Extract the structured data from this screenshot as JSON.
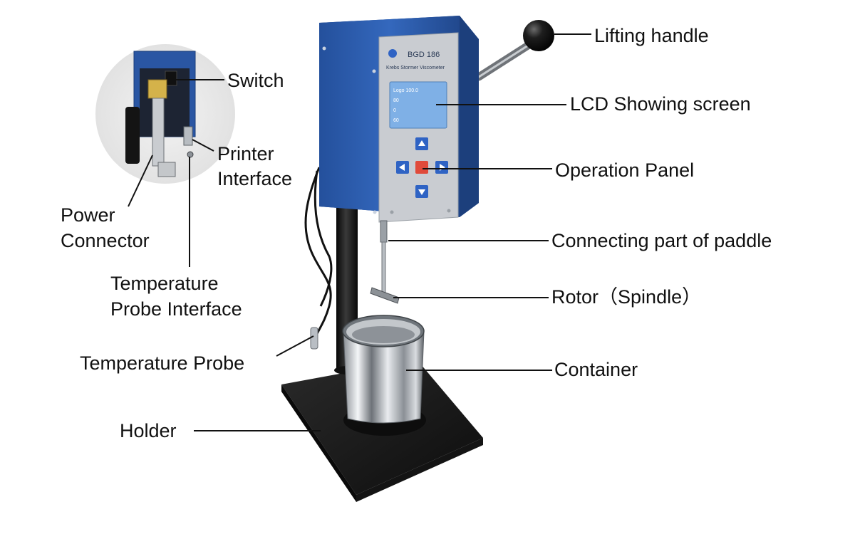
{
  "device": {
    "model": "BGD 186",
    "subtitle": "Krebs Stormer Viscometer",
    "lcd_lines": [
      "Logo 100.0",
      "80",
      "0",
      "60"
    ]
  },
  "labels": {
    "lifting_handle": "Lifting handle",
    "switch": "Switch",
    "lcd_screen": "LCD Showing screen",
    "printer_interface_1": "Printer",
    "printer_interface_2": "Interface",
    "operation_panel": "Operation Panel",
    "power_connector_1": "Power",
    "power_connector_2": "Connector",
    "connecting_part": "Connecting part of paddle",
    "temp_probe_interface_1": "Temperature",
    "temp_probe_interface_2": "Probe Interface",
    "rotor": "Rotor（Spindle）",
    "temperature_probe": "Temperature Probe",
    "container": "Container",
    "holder": "Holder"
  },
  "colors": {
    "housing_blue": "#2f5fb0",
    "panel_gray": "#c9ccd1",
    "lcd_blue": "#7fb0e6",
    "button_blue": "#2f63c4",
    "button_red": "#e04a3a",
    "base_black": "#1b1b1b"
  }
}
